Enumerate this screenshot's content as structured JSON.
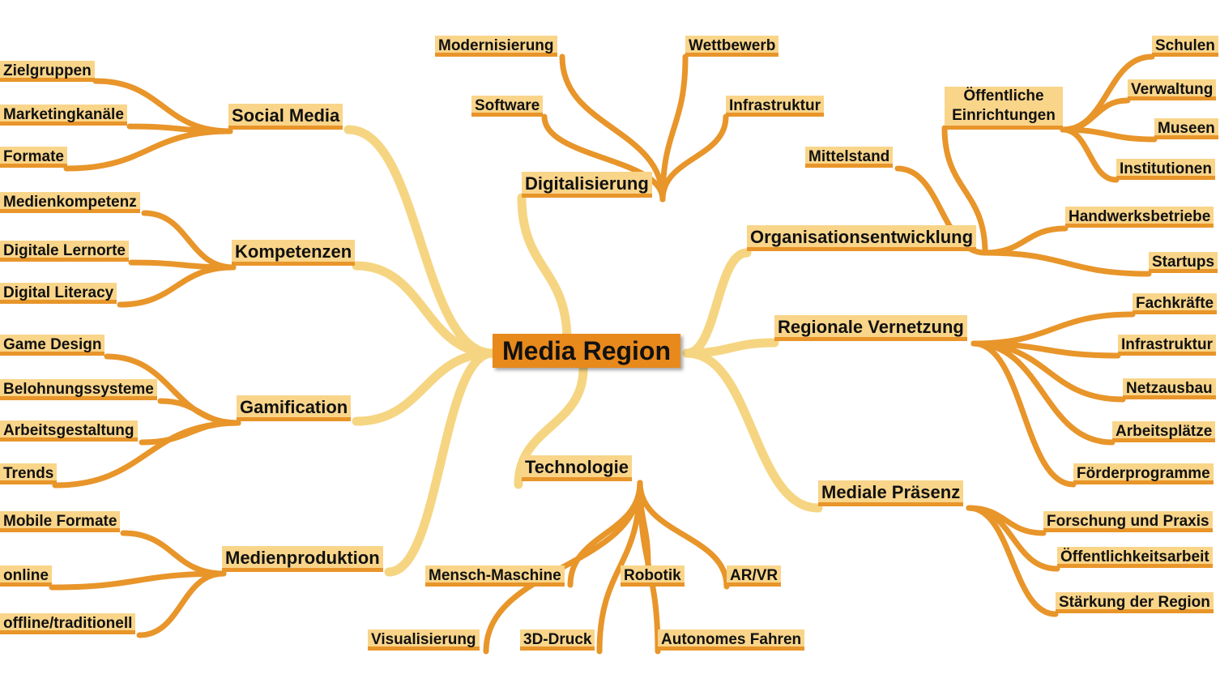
{
  "center": "Media Region",
  "colors": {
    "main_branch": "#f6d582",
    "sub_branch": "#e8952a",
    "label_fill": "#f9d58a",
    "center_fill": "#e8891c"
  },
  "branches": [
    {
      "label": "Social Media",
      "children": [
        "Zielgruppen",
        "Marketingkanäle",
        "Formate"
      ]
    },
    {
      "label": "Kompetenzen",
      "children": [
        "Medienkompetenz",
        "Digitale Lernorte",
        "Digital Literacy"
      ]
    },
    {
      "label": "Gamification",
      "children": [
        "Game Design",
        "Belohnungssysteme",
        "Arbeitsgestaltung",
        "Trends"
      ]
    },
    {
      "label": "Medienproduktion",
      "children": [
        "Mobile Formate",
        "online",
        "offline/traditionell"
      ]
    },
    {
      "label": "Digitalisierung",
      "children": [
        "Modernisierung",
        "Software",
        "Wettbewerb",
        "Infrastruktur"
      ]
    },
    {
      "label": "Technologie",
      "children": [
        "Mensch-Maschine",
        "Robotik",
        "AR/VR",
        "Visualisierung",
        "3D-Druck",
        "Autonomes Fahren"
      ]
    },
    {
      "label": "Organisationsentwicklung",
      "children": [
        "Mittelstand",
        "Öffentliche Einrichtungen",
        "Handwerksbetriebe",
        "Startups"
      ]
    },
    {
      "label": "Öffentliche Einrichtungen",
      "children": [
        "Schulen",
        "Verwaltung",
        "Museen",
        "Institutionen"
      ]
    },
    {
      "label": "Regionale Vernetzung",
      "children": [
        "Fachkräfte",
        "Infrastruktur",
        "Netzausbau",
        "Arbeitsplätze",
        "Förderprogramme"
      ]
    },
    {
      "label": "Mediale Präsenz",
      "children": [
        "Forschung und Praxis",
        "Öffentlichkeitsarbeit",
        "Stärkung der Region"
      ]
    }
  ]
}
